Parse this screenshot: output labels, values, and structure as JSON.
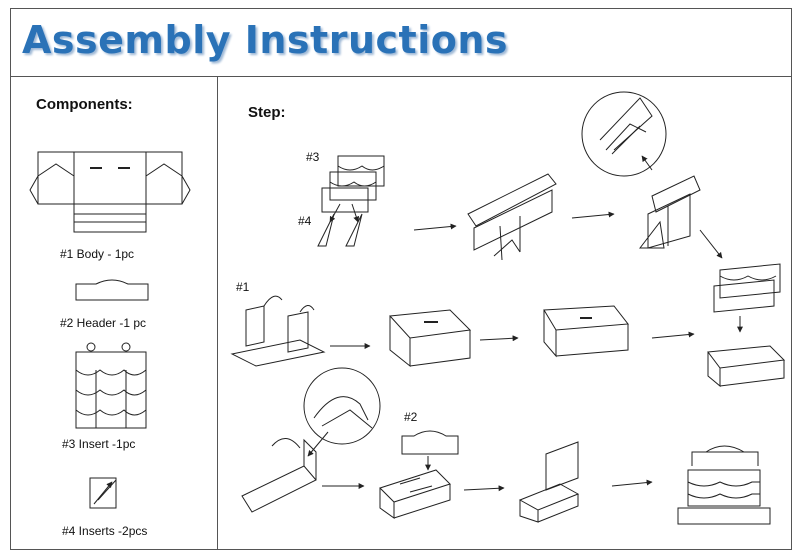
{
  "title": "Assembly Instructions",
  "components_heading": "Components:",
  "step_heading": "Step:",
  "components": [
    {
      "label": "#1  Body - 1pc"
    },
    {
      "label": "#2  Header -1 pc"
    },
    {
      "label": "#3 Insert -1pc"
    },
    {
      "label": "#4 Inserts -2pcs"
    }
  ],
  "step_labels": {
    "insert": "#3",
    "inserts": "#4",
    "body": "#1",
    "header": "#2"
  }
}
